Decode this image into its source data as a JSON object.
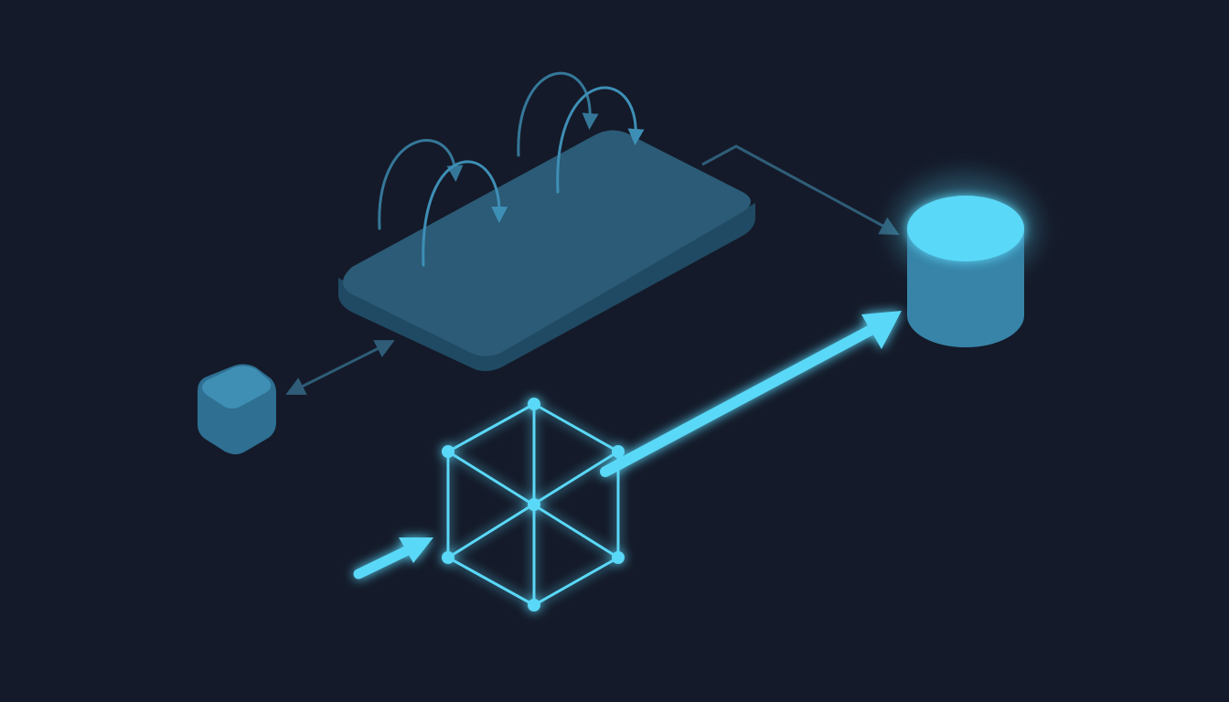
{
  "diagram": {
    "nodes": [
      {
        "id": "slab",
        "shape": "isometric-slab",
        "label": ""
      },
      {
        "id": "cylinder",
        "shape": "glowing-cylinder",
        "label": ""
      },
      {
        "id": "small-cube",
        "shape": "rounded-cube",
        "label": ""
      },
      {
        "id": "wire-cube",
        "shape": "wireframe-cube",
        "label": ""
      }
    ],
    "edges": [
      {
        "from": "slab",
        "to": "cylinder",
        "style": "thin-arrow"
      },
      {
        "from": "small-cube",
        "to": "slab",
        "style": "double-arrow"
      },
      {
        "from": "wire-cube",
        "to": "cylinder",
        "style": "glowing-arrow"
      },
      {
        "from": "external",
        "to": "wire-cube",
        "style": "glowing-arrow"
      }
    ],
    "loop_arrow_count": 4
  },
  "colors": {
    "background": "#141a29",
    "slab_top": "#2b5b76",
    "slab_side": "#204a63",
    "loop_arrow": "#3e8fb6",
    "thin_arrow": "#2f5d78",
    "glow": "#5ad8f7",
    "cylinder_body": "#3784a8",
    "cube_main": "#2e6f92",
    "cube_top": "#3f8fb5"
  }
}
